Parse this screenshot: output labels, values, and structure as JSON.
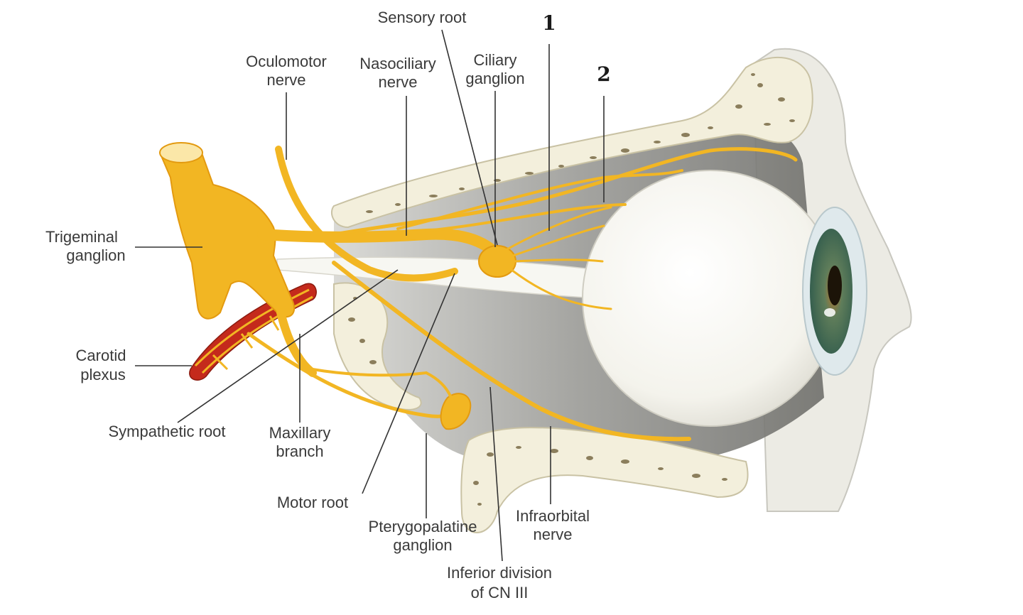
{
  "labels": {
    "sensory_root": "Sensory root",
    "oculomotor_nerve": [
      "Oculomotor",
      "nerve"
    ],
    "nasociliary_nerve": [
      "Nasociliary",
      "nerve"
    ],
    "ciliary_ganglion": [
      "Ciliary",
      "ganglion"
    ],
    "marker_1": "1",
    "marker_2": "2",
    "trigeminal_ganglion": [
      "Trigeminal",
      "ganglion"
    ],
    "carotid_plexus": [
      "Carotid",
      "plexus"
    ],
    "sympathetic_root": "Sympathetic root",
    "maxillary_branch": [
      "Maxillary",
      "branch"
    ],
    "motor_root": "Motor root",
    "pterygopalatine_ganglion": [
      "Pterygopalatine",
      "ganglion"
    ],
    "infraorbital_nerve": [
      "Infraorbital",
      "nerve"
    ],
    "inferior_division": [
      "Inferior division",
      "of CN III"
    ]
  },
  "colors": {
    "nerve": "#f2b623",
    "nerve_dark": "#e39a10",
    "bone": "#f3efdc",
    "bone_edge": "#c9c2a4",
    "orbit_fill": "#8a8a86",
    "eyeball": "#fbfbf7",
    "iris": "#3f6a5a",
    "artery": "#c42a1c",
    "skin": "#ecebe4"
  }
}
